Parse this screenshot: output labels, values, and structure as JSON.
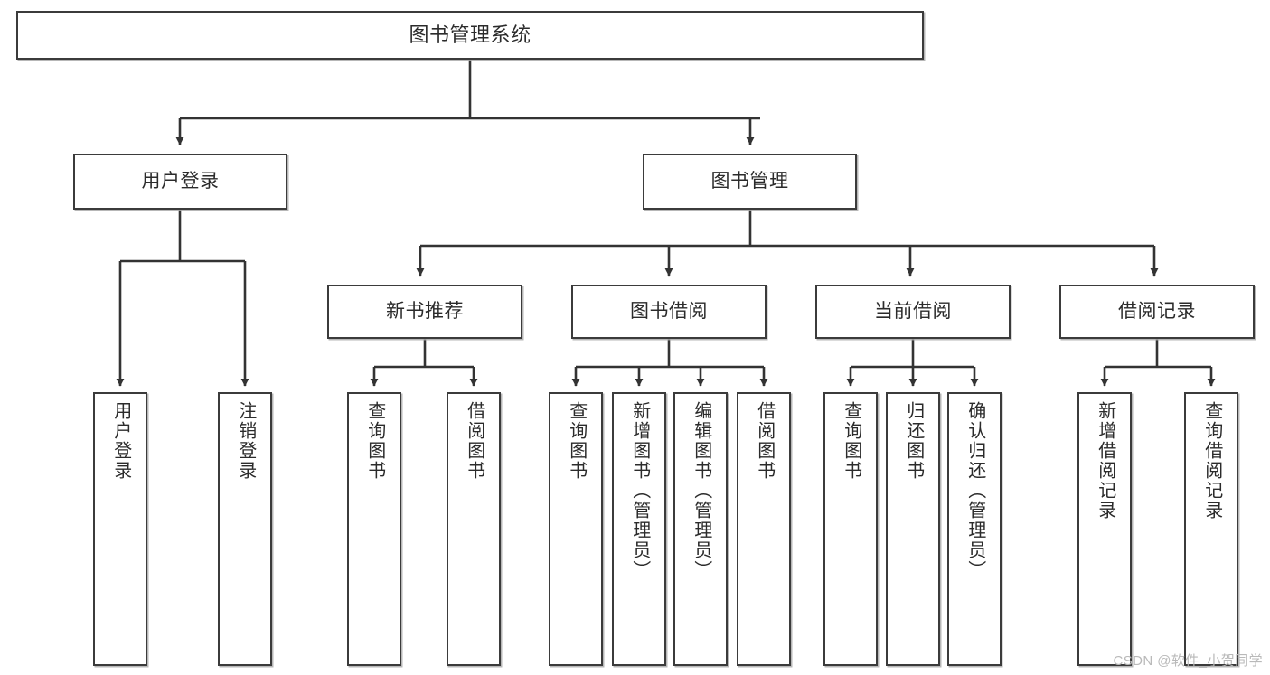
{
  "diagram": {
    "type": "tree",
    "title": "图书管理系统",
    "root": {
      "label": "图书管理系统"
    },
    "level2": [
      {
        "label": "用户登录"
      },
      {
        "label": "图书管理"
      }
    ],
    "level3": [
      {
        "label": "新书推荐"
      },
      {
        "label": "图书借阅"
      },
      {
        "label": "当前借阅"
      },
      {
        "label": "借阅记录"
      }
    ],
    "leaves": {
      "user_login": [
        {
          "label": "用户登录"
        },
        {
          "label": "注销登录"
        }
      ],
      "new_book_recommend": [
        {
          "label": "查询图书"
        },
        {
          "label": "借阅图书"
        }
      ],
      "book_borrow": [
        {
          "label": "查询图书"
        },
        {
          "label": "新增图书（管理员）"
        },
        {
          "label": "编辑图书（管理员）"
        },
        {
          "label": "借阅图书"
        }
      ],
      "current_borrow": [
        {
          "label": "查询图书"
        },
        {
          "label": "归还图书"
        },
        {
          "label": "确认归还（管理员）"
        }
      ],
      "borrow_record": [
        {
          "label": "新增借阅记录"
        },
        {
          "label": "查询借阅记录"
        }
      ]
    },
    "watermark": "CSDN @软件_小贺同学",
    "colors": {
      "border": "#3b3b3b",
      "text": "#2b2b2b",
      "background": "#ffffff",
      "connector": "#333333",
      "watermark": "#b9b9b9"
    }
  }
}
